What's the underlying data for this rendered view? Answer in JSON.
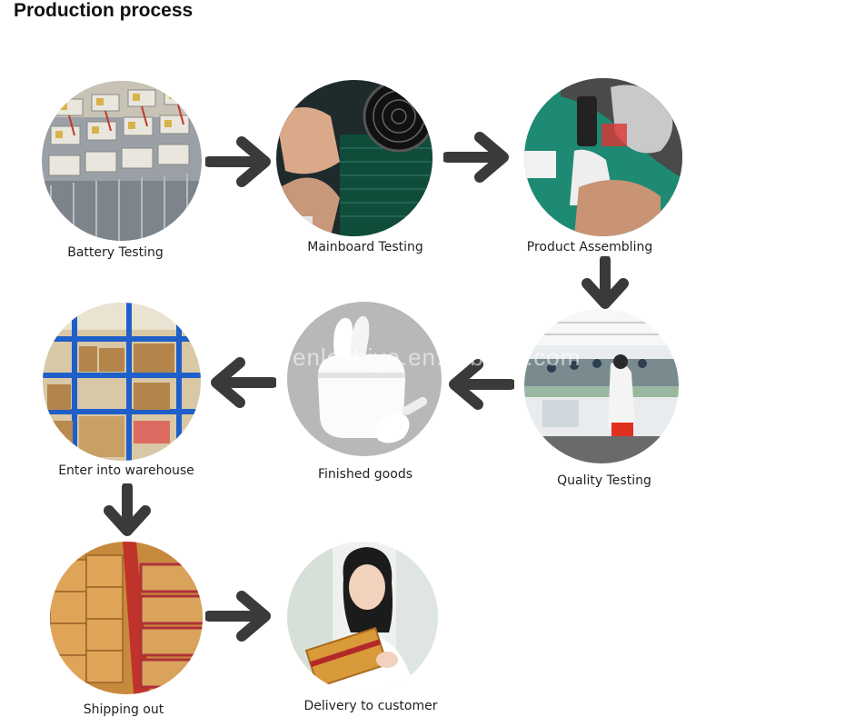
{
  "title": "Production process",
  "watermark": "enleshiye.en.alibaba.com",
  "steps": [
    {
      "label": "Battery Testing"
    },
    {
      "label": "Mainboard Testing"
    },
    {
      "label": "Product Assembling"
    },
    {
      "label": "Quality Testing"
    },
    {
      "label": "Finished goods"
    },
    {
      "label": "Enter into warehouse"
    },
    {
      "label": "Shipping out"
    },
    {
      "label": "Delivery to customer"
    }
  ],
  "colors": {
    "arrow": "#3a3a3a",
    "text": "#222222"
  }
}
